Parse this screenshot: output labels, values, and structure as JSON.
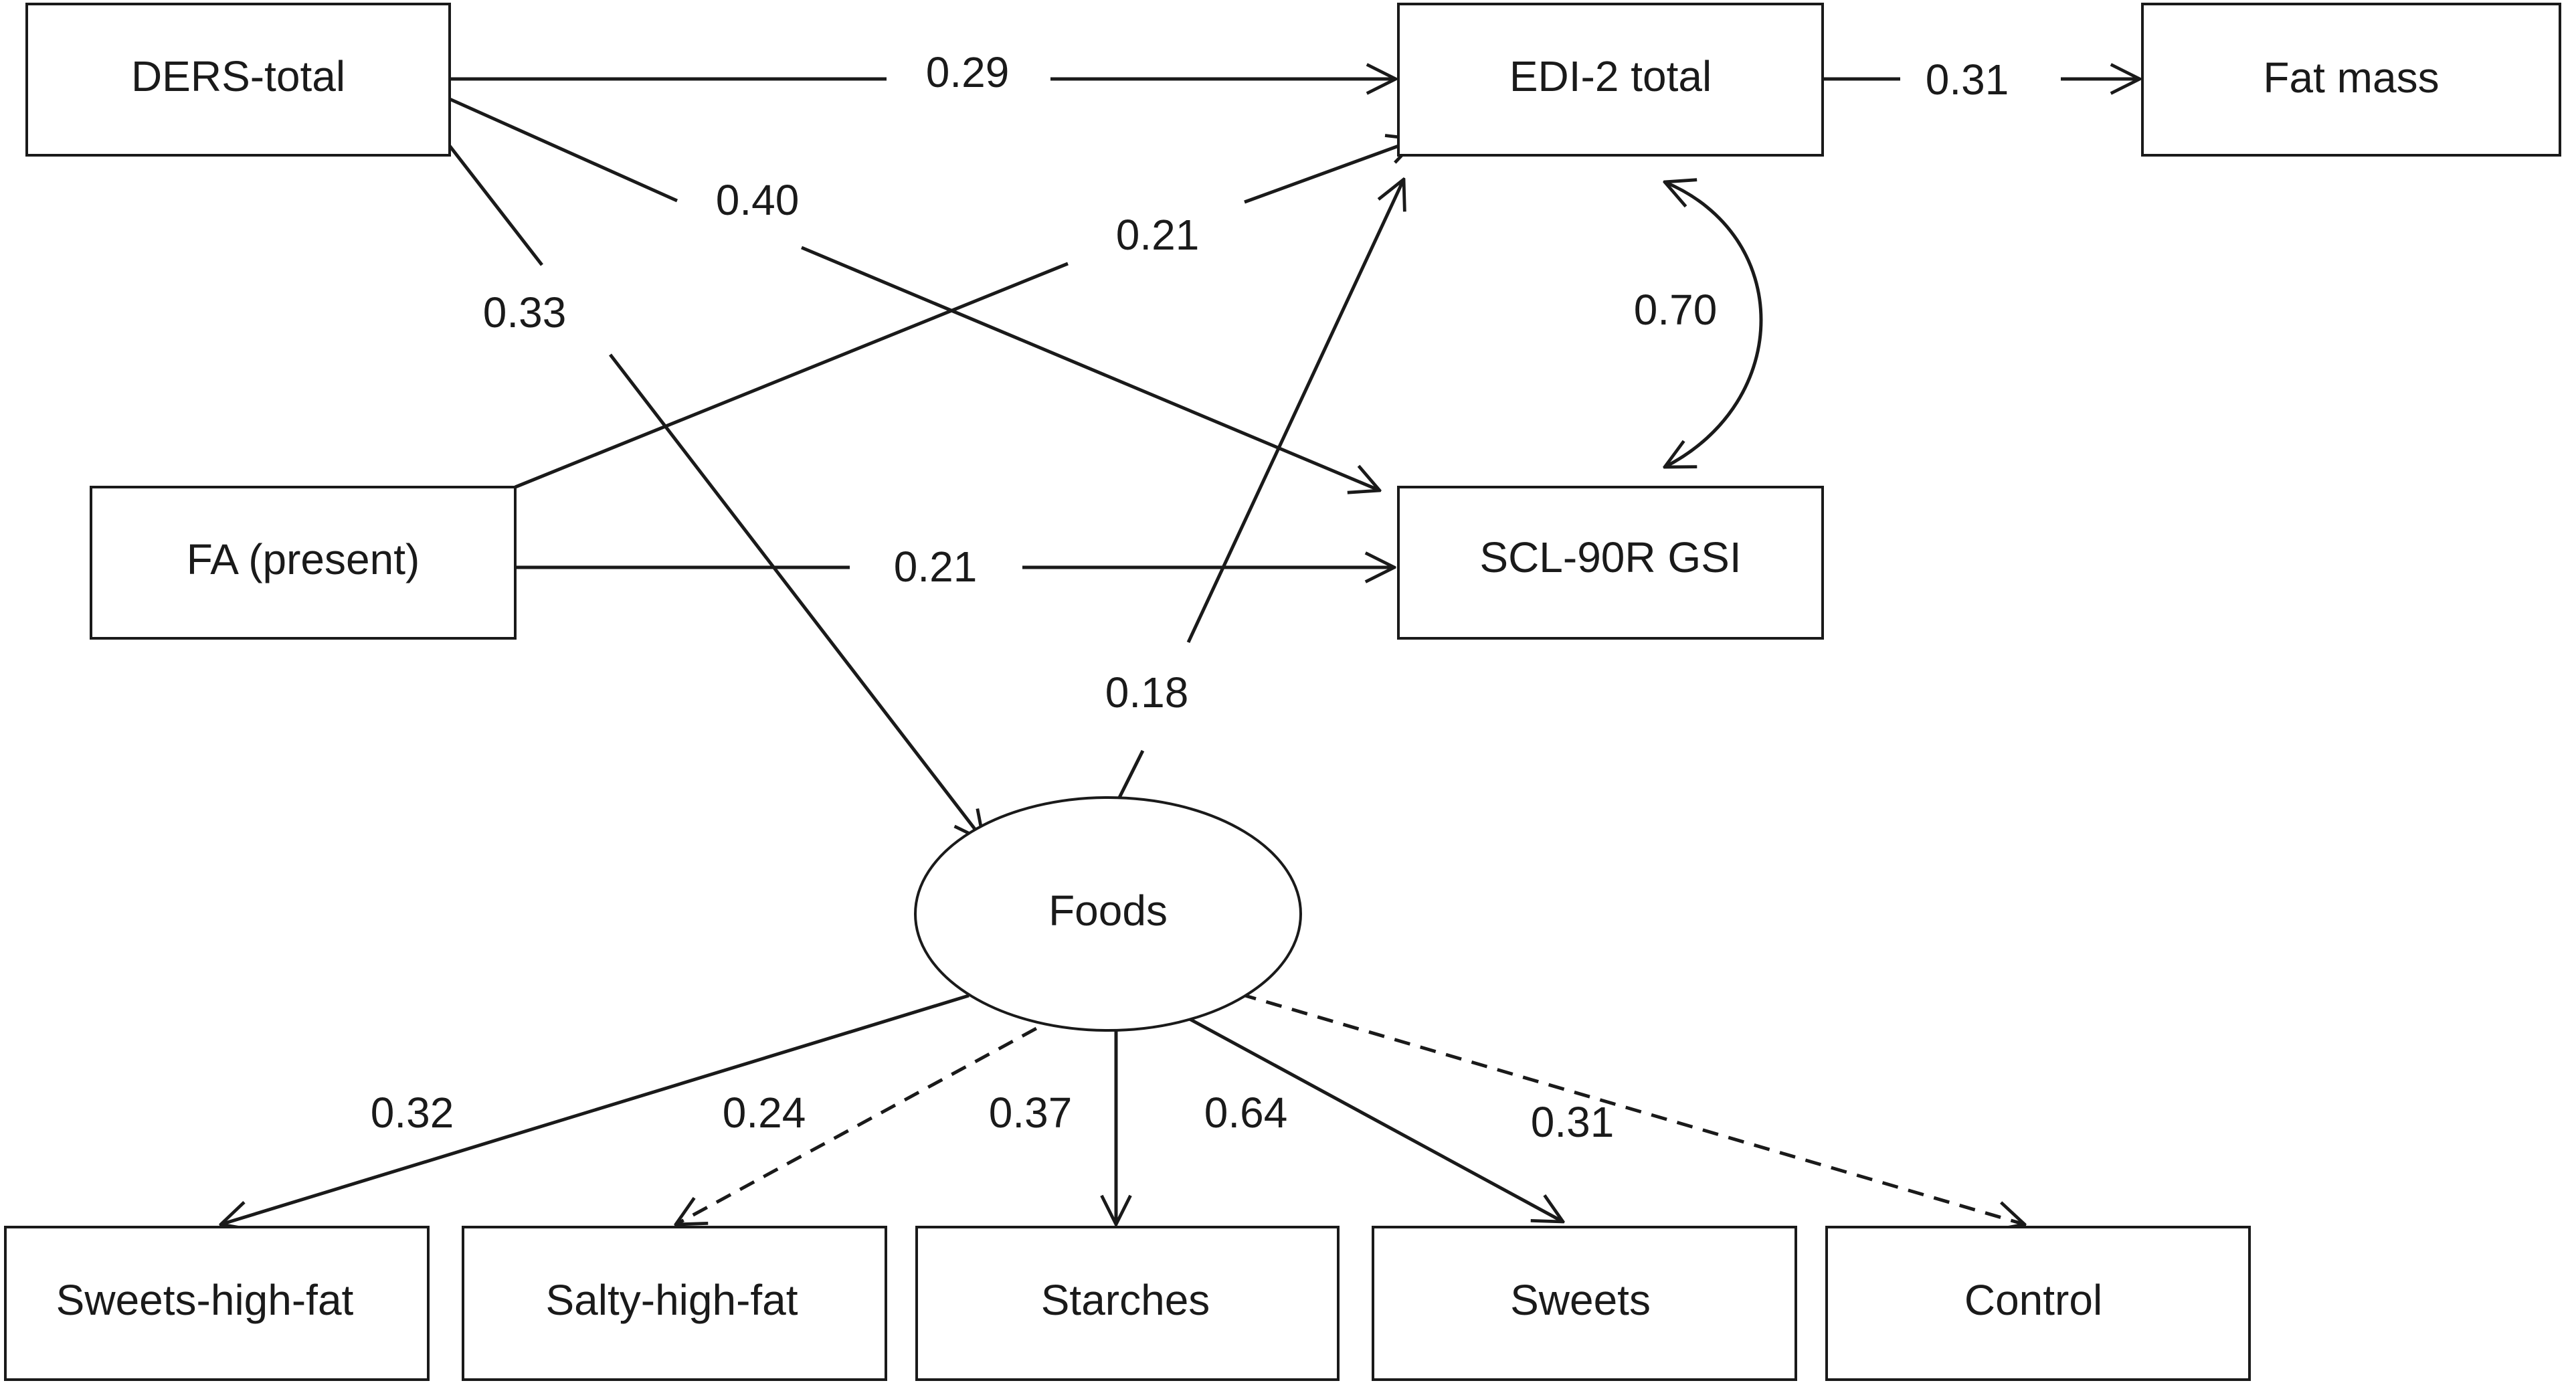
{
  "nodes": {
    "ders": "DERS-total",
    "edi": "EDI-2 total",
    "fat": "Fat mass",
    "fa": "FA (present)",
    "scl": "SCL-90R GSI",
    "foods": "Foods",
    "sweets_high_fat": "Sweets-high-fat",
    "salty_high_fat": "Salty-high-fat",
    "starches": "Starches",
    "sweets": "Sweets",
    "control": "Control"
  },
  "paths": {
    "ders_edi": "0.29",
    "edi_fat": "0.31",
    "ders_scl": "0.40",
    "fa_edi": "0.21",
    "ders_foods": "0.33",
    "edi_scl_cov": "0.70",
    "fa_scl": "0.21",
    "foods_edi": "0.18",
    "foods_sweets_high_fat": "0.32",
    "foods_salty_high_fat": "0.24",
    "foods_starches": "0.37",
    "foods_sweets": "0.64",
    "foods_control": "0.31"
  }
}
